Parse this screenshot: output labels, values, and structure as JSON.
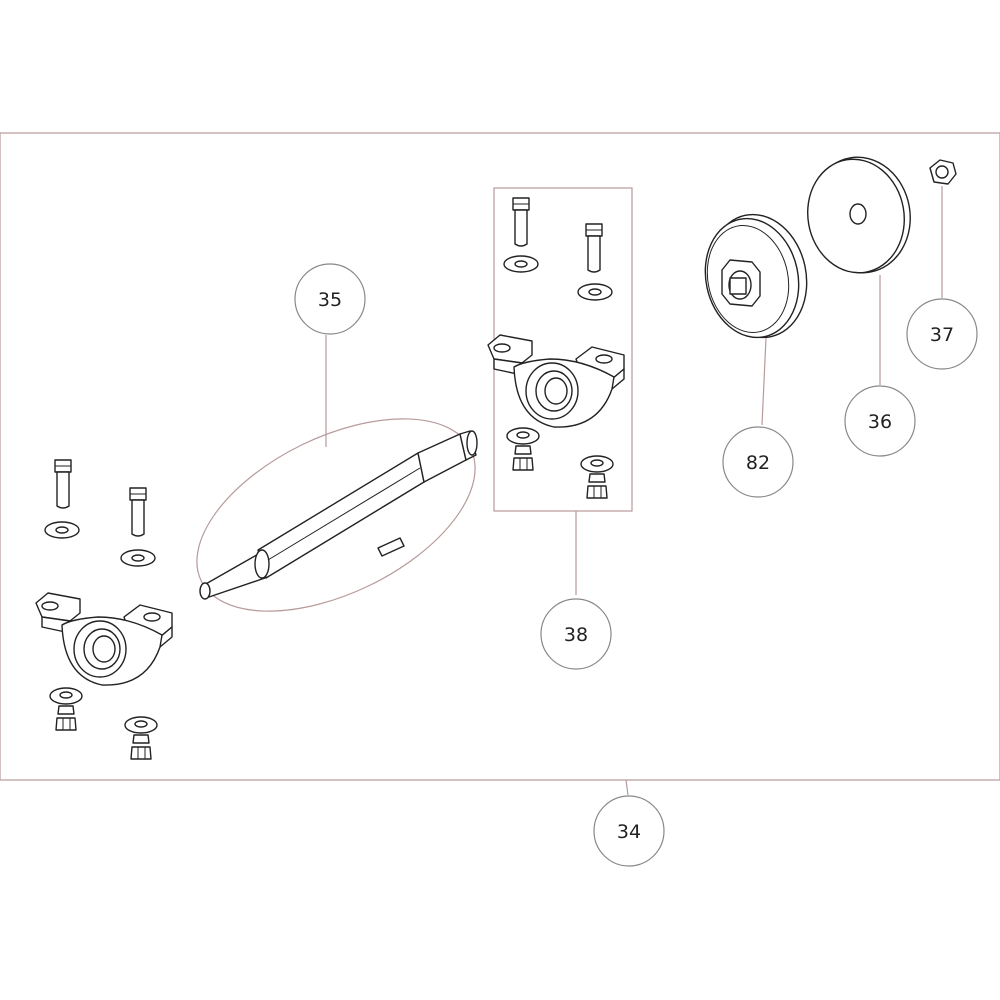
{
  "callouts": {
    "assembly": "34",
    "shaft": "35",
    "washer": "36",
    "nut": "37",
    "bearing_kit": "38",
    "pulley": "82"
  },
  "colors": {
    "line": "#222222",
    "frame": "#b89a9a",
    "bubble": "#888888"
  }
}
